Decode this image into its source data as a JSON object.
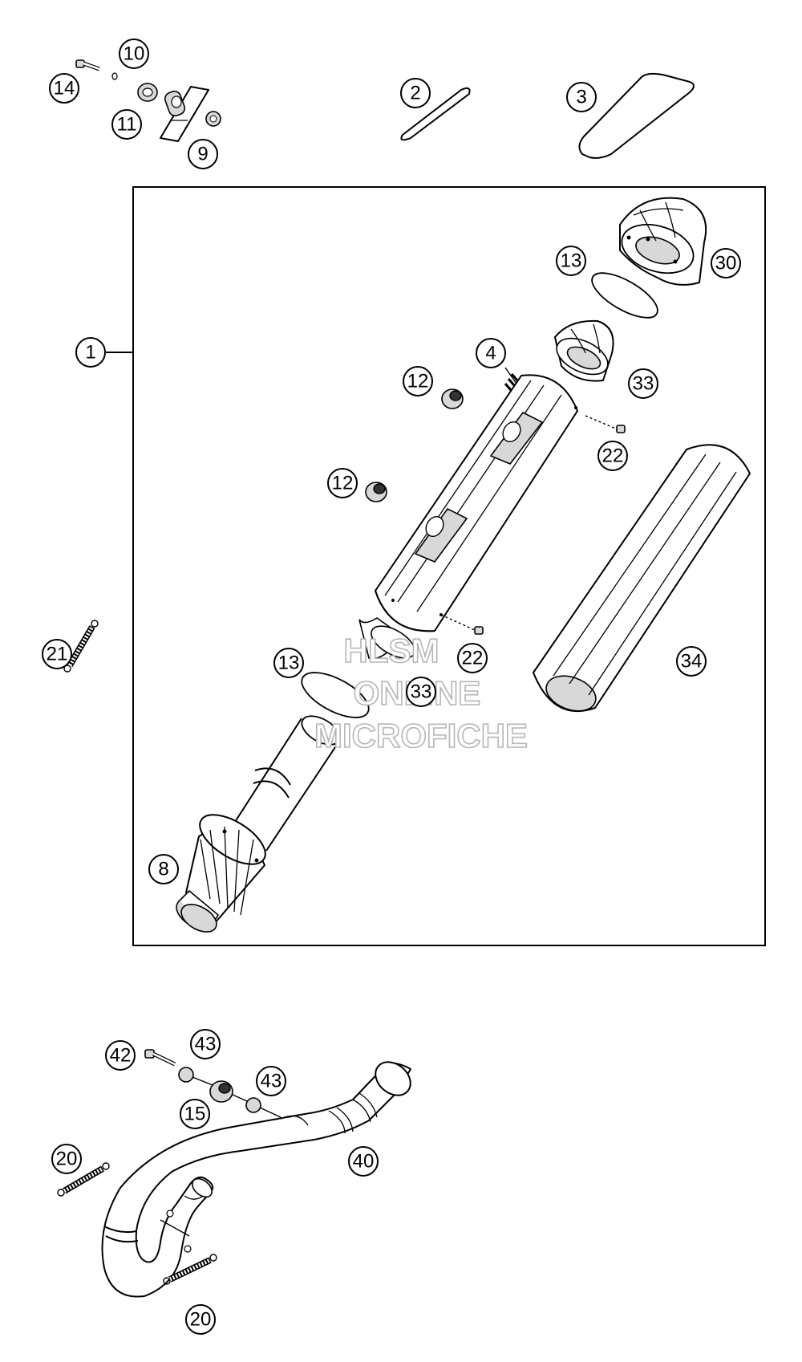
{
  "callouts": {
    "c14": "14",
    "c10": "10",
    "c11": "11",
    "c9": "9",
    "c2": "2",
    "c3": "3",
    "c1": "1",
    "c13a": "13",
    "c30": "30",
    "c4": "4",
    "c12a": "12",
    "c33a": "33",
    "c22a": "22",
    "c12b": "12",
    "c34": "34",
    "c21": "21",
    "c13b": "13",
    "c22b": "22",
    "c33b": "33",
    "c8": "8",
    "c42": "42",
    "c43a": "43",
    "c43b": "43",
    "c15": "15",
    "c20a": "20",
    "c40": "40",
    "c20b": "20"
  },
  "watermark": {
    "line1": "HLSM",
    "line2": "ONLINE",
    "line3": "MICROFICHE"
  }
}
